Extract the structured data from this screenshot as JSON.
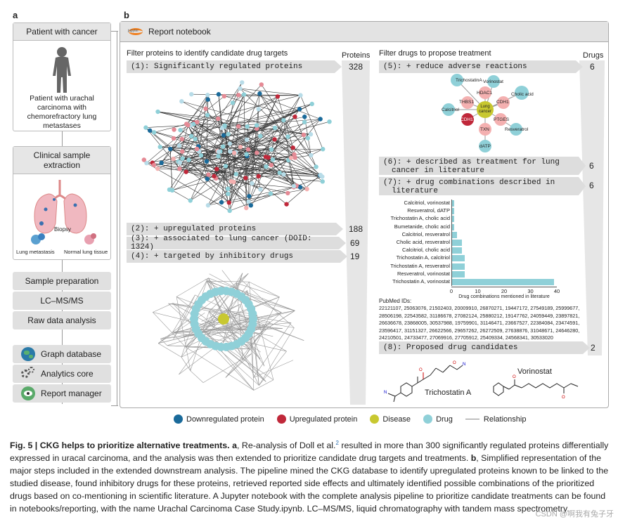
{
  "panel_a": {
    "letter": "a",
    "patient_box_title": "Patient with cancer",
    "patient_desc": "Patient with urachal carcinoma with chemorefractory lung metastases",
    "sample_box_title": "Clinical sample extraction",
    "biopsy_label": "Biopsy",
    "lung_metastasis_label": "Lung metastasis",
    "normal_tissue_label": "Normal lung tissue",
    "steps": [
      "Sample preparation",
      "LC–MS/MS",
      "Raw data analysis"
    ],
    "tools": [
      {
        "label": "Graph database",
        "icon": "globe-icon"
      },
      {
        "label": "Analytics core",
        "icon": "gears-icon"
      },
      {
        "label": "Report manager",
        "icon": "eye-icon"
      }
    ]
  },
  "panel_b": {
    "letter": "b",
    "notebook_title": "Report notebook",
    "jupyter_logo_text": "jupyter",
    "left_heading": "Filter proteins to identify candidate drug targets",
    "right_heading": "Filter drugs to propose treatment",
    "proteins_header": "Proteins",
    "drugs_header": "Drugs",
    "left_steps": [
      {
        "label": "(1): Significantly regulated proteins",
        "count": "328"
      },
      {
        "label": "(2): + upregulated proteins",
        "count": "188"
      },
      {
        "label": "(3): + associated to lung cancer (DOID: 1324)",
        "count": "69"
      },
      {
        "label": "(4): + targeted by inhibitory drugs",
        "count": "19"
      }
    ],
    "right_steps": [
      {
        "label": "(5): + reduce adverse reactions",
        "count": "6"
      },
      {
        "label1": "(6): + described as treatment for lung",
        "label2": "cancer in literature",
        "count": "6"
      },
      {
        "label1": "(7): + drug combinations described in",
        "label2": "literature",
        "count": "6"
      },
      {
        "label": "(8): Proposed drug candidates",
        "count": "2"
      }
    ],
    "network_nodes": [
      {
        "label": "TrichostatinA",
        "kind": "drug"
      },
      {
        "label": "Vorinostat",
        "kind": "drug"
      },
      {
        "label": "HDAC1",
        "kind": "protein"
      },
      {
        "label": "Cholic acid",
        "kind": "drug"
      },
      {
        "label": "THBS1",
        "kind": "protein"
      },
      {
        "label": "Lung cancer",
        "kind": "disease"
      },
      {
        "label": "CDH1",
        "kind": "protein"
      },
      {
        "label": "Calcitriol",
        "kind": "drug"
      },
      {
        "label": "CDH17",
        "kind": "protein_up"
      },
      {
        "label": "PTGES",
        "kind": "protein"
      },
      {
        "label": "TXN",
        "kind": "protein"
      },
      {
        "label": "Resveratrol",
        "kind": "drug"
      },
      {
        "label": "dATP",
        "kind": "drug"
      }
    ],
    "pubmed_label": "PubMed IDs:",
    "pubmed_lines": [
      "22121107, 25063076, 21502403, 20009910, 26870271, 19447172, 27549189, 25999677,",
      "28506198, 22543582, 31186678, 27082124, 25880212, 19147762, 24059449, 23897821,",
      "26636678, 23868005, 30537988, 19759901, 31146471, 23667527, 22384084, 23474591,",
      "23596417, 31151327, 26622566, 29657262, 26272509, 27638876, 31048671, 24646280,",
      "24210501, 24733477, 27069916, 27705912, 25409334, 24568341, 30533020"
    ],
    "drug1_name": "Trichostatin A",
    "drug2_name": "Vorinostat"
  },
  "chart_data": {
    "type": "bar",
    "orientation": "horizontal",
    "categories": [
      "Calcitriol, vorinostat",
      "Resveratrol, dATP",
      "Trichostatin A, cholic acid",
      "Bumetanide, cholic acid",
      "Calcitriol, resveratrol",
      "Cholic acid, resveratrol",
      "Calcitriol, cholic acid",
      "Trichostatin A, calcitriol",
      "Trichostatin A, resveratrol",
      "Resveratrol, vorinostat",
      "Trichostatin A, vorinostat"
    ],
    "values": [
      1,
      1,
      1,
      1,
      2,
      4,
      4,
      5,
      5,
      5,
      39
    ],
    "xlabel": "Drug combinations mentioned in literature",
    "xticks": [
      "0",
      "10",
      "20",
      "30",
      "40"
    ],
    "xlim": [
      0,
      40
    ],
    "color": "#8fd0d8"
  },
  "legend": [
    {
      "label": "Downregulated protein",
      "color": "#1a6a9a"
    },
    {
      "label": "Upregulated protein",
      "color": "#c0283a"
    },
    {
      "label": "Disease",
      "color": "#c8c830"
    },
    {
      "label": "Drug",
      "color": "#8fd0d8"
    },
    {
      "label": "Relationship",
      "color": "#888888"
    }
  ],
  "caption": {
    "fig": "Fig. 5 | CKG helps to prioritize alternative treatments.",
    "a_letter": "a",
    "text_a": ", Re-analysis of Doll et al.",
    "ref": "2",
    "text_a2": " resulted in more than 300 significantly regulated proteins differentially expressed in uracal carcinoma, and the analysis was then extended to prioritize candidate drug targets and treatments. ",
    "b_letter": "b",
    "text_b": ", Simplified representation of the major steps included in the extended downstream analysis. The pipeline mined the CKG database to identify upregulated proteins known to be linked to the studied disease, found inhibitory drugs for these proteins, retrieved reported side effects and ultimately identified possible combinations of the prioritized drugs based on co-mentioning in scientific literature. A Jupyter notebook with the complete analysis pipeline to prioritize candidate treatments can be found in notebooks/reporting, with the name Urachal Carcinoma Case Study.ipynb. LC–MS/MS, liquid chromatography with tandem mass spectrometry."
  },
  "watermark": "CSDN @啊我有兔子牙"
}
